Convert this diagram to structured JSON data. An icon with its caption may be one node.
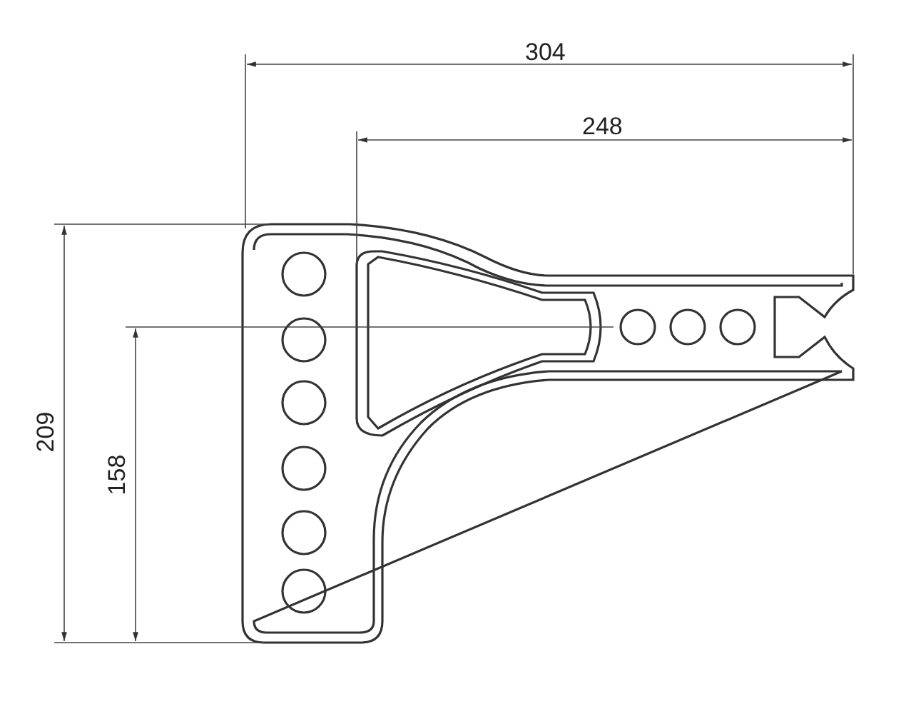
{
  "diagram": {
    "labels": [
      "304",
      "248",
      "209",
      "158"
    ]
  }
}
